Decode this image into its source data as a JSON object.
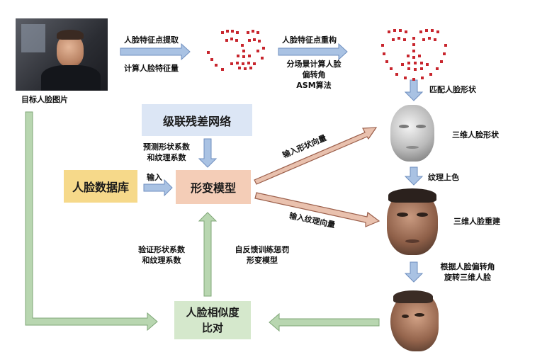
{
  "labels": {
    "target_image": "目标人脸图片",
    "extract": "人脸特征点提取",
    "compute": "计算人脸特征量",
    "reconstruct": "人脸特征点重构",
    "scene_line1": "分场景计算人脸",
    "scene_line2": "偏转角",
    "asm": "ASM算法",
    "match": "匹配人脸形状",
    "shape3d": "三维人脸形状",
    "texture_color": "纹理上色",
    "recon3d": "三维人脸重建",
    "rotate_line1": "根据人脸偏转角",
    "rotate_line2": "旋转三维人脸",
    "cascade": "级联残差网络",
    "predict_line1": "预测形状系数",
    "predict_line2": "和纹理系数",
    "database": "人脸数据库",
    "input": "输入",
    "morph": "形变模型",
    "input_shape": "输入形状向量",
    "input_texture": "输入纹理向量",
    "verify_line1": "验证形状系数",
    "verify_line2": "和纹理系数",
    "feedback_line1": "自反馈训练惩罚",
    "feedback_line2": "形变模型",
    "compare_line1": "人脸相似度",
    "compare_line2": "比对"
  },
  "colors": {
    "arrow_blue": "#a9c2e3",
    "arrow_blue_edge": "#6f8fbf",
    "arrow_green": "#b8d6b0",
    "arrow_green_edge": "#7fa777",
    "arrow_pink": "#e9c1ae",
    "arrow_pink_edge": "#9b5f4b",
    "box_cascade": "#dce6f5",
    "box_database": "#f6d98a",
    "box_morph": "#f4cdb7",
    "box_compare": "#d5e8cc",
    "landmark_red": "#c8262e"
  }
}
